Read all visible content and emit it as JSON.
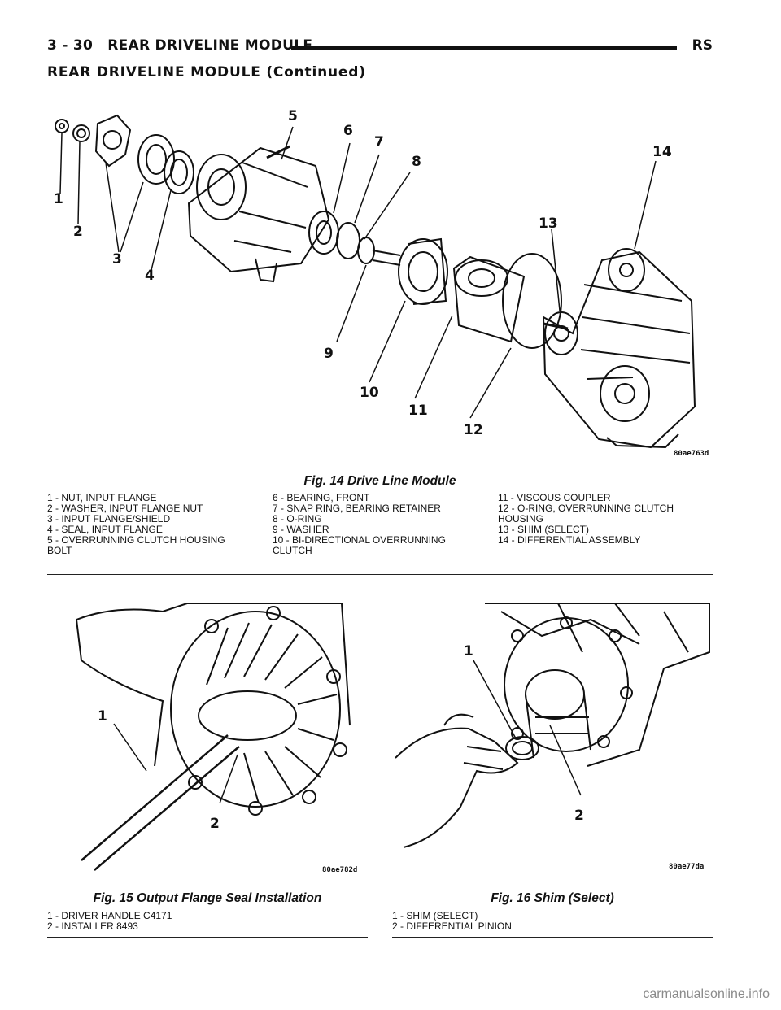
{
  "header": {
    "page_number": "3 - 30",
    "section_title": "REAR DRIVELINE MODULE",
    "model_code": "RS"
  },
  "subheading": "REAR DRIVELINE MODULE (Continued)",
  "fig14": {
    "caption": "Fig. 14 Drive Line Module",
    "image_code": "80ae763d",
    "callouts": [
      "1",
      "2",
      "3",
      "4",
      "5",
      "6",
      "7",
      "8",
      "9",
      "10",
      "11",
      "12",
      "13",
      "14"
    ],
    "legend": [
      [
        "1 - NUT, INPUT FLANGE",
        "2 - WASHER, INPUT FLANGE NUT",
        "3 - INPUT FLANGE/SHIELD",
        "4 - SEAL, INPUT FLANGE",
        "5 - OVERRUNNING CLUTCH HOUSING\nBOLT"
      ],
      [
        "6 - BEARING, FRONT",
        "7 - SNAP RING, BEARING RETAINER",
        "8 - O-RING",
        "9 - WASHER",
        "10 - BI-DIRECTIONAL OVERRUNNING\nCLUTCH"
      ],
      [
        "11 - VISCOUS COUPLER",
        "12 - O-RING, OVERRUNNING CLUTCH\nHOUSING",
        "13 - SHIM (SELECT)",
        "14 - DIFFERENTIAL ASSEMBLY"
      ]
    ]
  },
  "fig15": {
    "caption": "Fig. 15 Output Flange Seal Installation",
    "image_code": "80ae782d",
    "callouts": [
      "1",
      "2"
    ],
    "legend": [
      "1 - DRIVER HANDLE C4171",
      "2 - INSTALLER 8493"
    ]
  },
  "fig16": {
    "caption": "Fig. 16 Shim (Select)",
    "image_code": "80ae77da",
    "callouts": [
      "1",
      "2"
    ],
    "legend": [
      "1 - SHIM (SELECT)",
      "2 - DIFFERENTIAL PINION"
    ]
  },
  "watermark": "carmanualsonline.info"
}
